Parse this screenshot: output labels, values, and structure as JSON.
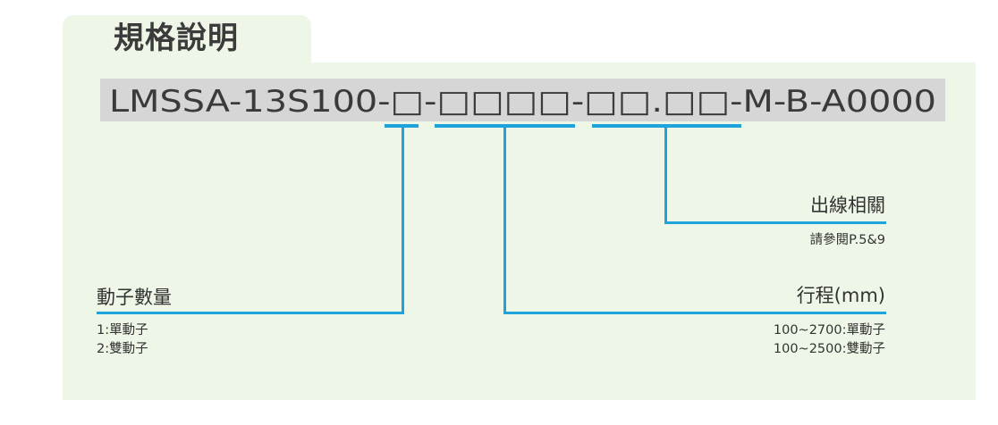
{
  "section": {
    "title": "規格說明"
  },
  "model_code": {
    "text": "LMSSA-13S100-□-□□□□-□□.□□-M-B-A0000"
  },
  "fields": {
    "cable": {
      "title": "出線相關",
      "note": "請參閱P.5&9"
    },
    "mover_count": {
      "title": "動子數量",
      "options": [
        "1:單動子",
        "2:雙動子"
      ]
    },
    "stroke": {
      "title": "行程(mm)",
      "options": [
        "100~2700:單動子",
        "100~2500:雙動子"
      ]
    }
  },
  "colors": {
    "accent": "#1ea3db",
    "panel_bg": "#eef6e7",
    "code_bg": "#d6d6d6",
    "text": "#333333"
  }
}
